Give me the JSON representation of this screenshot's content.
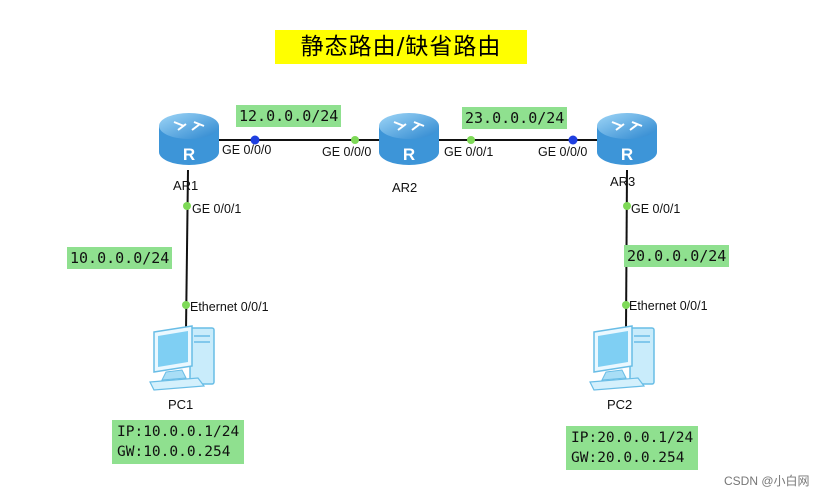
{
  "title": "静态路由/缺省路由",
  "networks": {
    "ar1_ar2": "12.0.0.0/24",
    "ar2_ar3": "23.0.0.0/24",
    "ar1_pc1": "10.0.0.0/24",
    "ar3_pc2": "20.0.0.0/24"
  },
  "devices": {
    "ar1": "AR1",
    "ar2": "AR2",
    "ar3": "AR3",
    "pc1": "PC1",
    "pc2": "PC2"
  },
  "ports": {
    "ar1_ge000": "GE 0/0/0",
    "ar2_ge000": "GE 0/0/0",
    "ar2_ge001": "GE 0/0/1",
    "ar3_ge000": "GE 0/0/0",
    "ar1_ge001": "GE 0/0/1",
    "ar3_ge001": "GE 0/0/1",
    "pc1_eth": "Ethernet 0/0/1",
    "pc2_eth": "Ethernet 0/0/1"
  },
  "pc1_config": {
    "ip": "IP:10.0.0.1/24",
    "gw": "GW:10.0.0.254"
  },
  "pc2_config": {
    "ip": "IP:20.0.0.1/24",
    "gw": "GW:20.0.0.254"
  },
  "router_letter": "R",
  "watermark": "CSDN @小白网",
  "colors": {
    "highlight_title": "#ffff00",
    "highlight_network": "#8fe08f",
    "router_body": "#5aaee6",
    "link_up_dot": "#7ed957",
    "link_down_dot": "#1f3fe0"
  }
}
